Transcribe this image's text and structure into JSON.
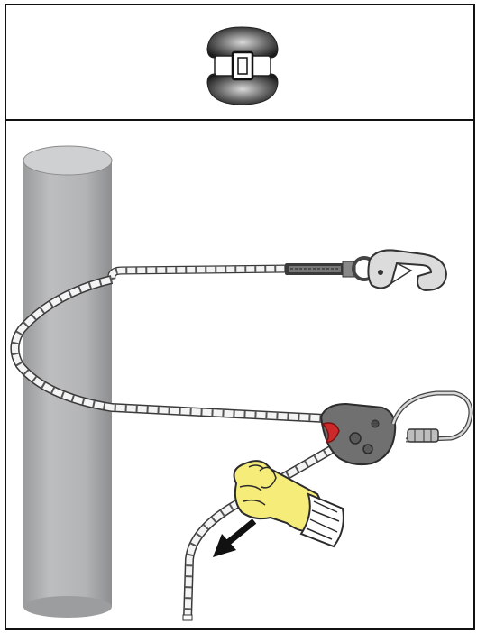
{
  "figure": {
    "panels": [
      {
        "id": "top",
        "content": "pad-icon"
      },
      {
        "id": "bottom",
        "content": "pole-lanyard-adjustment"
      }
    ],
    "colors": {
      "frame": "#111111",
      "pole": "#b5b6b7",
      "pole_shade": "#8f9091",
      "rope": "#f4f4f4",
      "rope_outline": "#3a3a3a",
      "adjuster": "#6e6e6e",
      "cam_red": "#cc2a2a",
      "glove": "#f6ec7a",
      "glove_outline": "#2b2b2b",
      "metal": "#d8d8d8",
      "arrow": "#111111"
    },
    "icons": [
      "pad-icon",
      "snap-hook-icon",
      "carabiner-icon",
      "rope-adjuster-icon",
      "glove-hand-icon",
      "pull-arrow-icon"
    ]
  }
}
